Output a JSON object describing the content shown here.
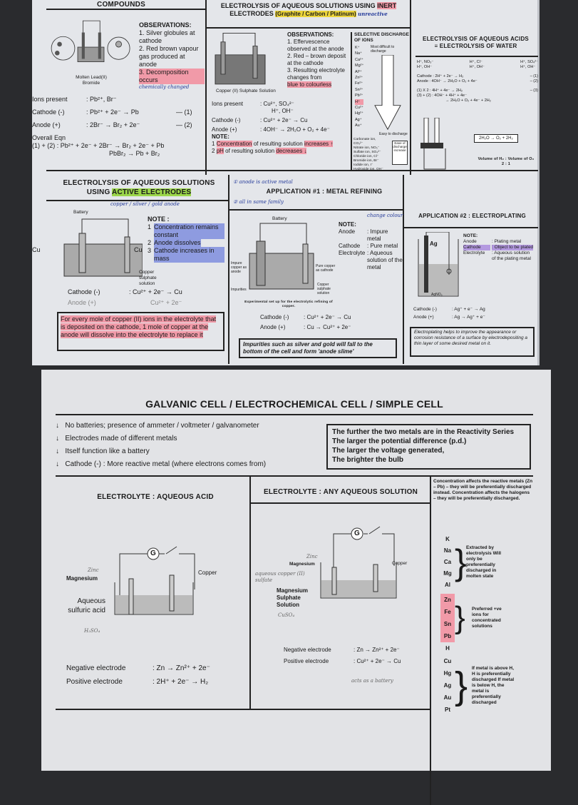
{
  "molten": {
    "title_line1": "MOLTEN",
    "title_line2": "COMPOUNDS",
    "obs_title": "OBSERVATIONS:",
    "obs": [
      "1. Silver globules at cathode",
      "2. Red brown vapour gas produced at anode",
      "3. Decomposition occurs"
    ],
    "hand_note": "chemically changed",
    "diagram_label": "Molten Lead(II) Bromide",
    "rows": [
      {
        "label": "Ions present",
        "eq": ": Pb²⁺, Br⁻",
        "tag": ""
      },
      {
        "label": "Cathode (-)",
        "eq": ": Pb²⁺ + 2e⁻ → Pb",
        "tag": "— (1)"
      },
      {
        "label": "Anode (+)",
        "eq": ": 2Br⁻ → Br₂ + 2e⁻",
        "tag": "— (2)"
      }
    ],
    "overall_label": "Overall Eqn",
    "overall_1": "(1) + (2) :  Pb²⁺ + 2e⁻ + 2Br⁻ → Br₂ + 2e⁻ + Pb",
    "overall_2": "PbBr₂ → Pb + Br₂"
  },
  "inert": {
    "title_line1": "ELECTROLYSIS OF AQUEOUS SOLUTIONS USING",
    "title_inert": "INERT",
    "title_line2": "ELECTRODES",
    "title_materials": "(Graphite / Carbon / Platinum)",
    "hand_note": "unreactive",
    "obs_title": "OBSERVATIONS:",
    "obs": [
      "1. Effervescence observed at the anode",
      "2. Red – brown deposit at the cathode",
      "3. Resulting electrolyte changes from"
    ],
    "obs_hl": "blue to colourless",
    "diagram_label": "Copper (II) Sulphate Solution",
    "ions_label": "Ions present",
    "ions_eq1": ": Cu²⁺, SO₄²⁻",
    "ions_eq2": "H⁺, OH⁻",
    "cathode_label": "Cathode (-)",
    "cathode_eq": ": Cu²⁺ + 2e⁻ → Cu",
    "anode_label": "Anode (+)",
    "anode_eq": ": 4OH⁻ → 2H₂O + O₂ + 4e⁻",
    "note_title": "NOTE:",
    "note1_a": "1",
    "note1_hl": "Concentration",
    "note1_b": "of resulting solution",
    "note1_hl2": "increases ↑",
    "note2_a": "2",
    "note2_hl": "pH",
    "note2_b": "of resulting solution",
    "note2_hl2": "decreases ↓"
  },
  "selective": {
    "title": "SELECTIVE DISCHARGE OF IONS",
    "top_note": "Most difficult to discharge",
    "bottom_note": "Easy to discharge",
    "cations": [
      "K⁺",
      "Na⁺",
      "Ca²⁺",
      "Mg²⁺",
      "Al³⁺",
      "Zn²⁺",
      "Fe²⁺",
      "Sn²⁺",
      "Pb²⁺",
      "H⁺",
      "Cu²⁺",
      "Hg²⁺",
      "Ag⁺",
      "Au⁺"
    ],
    "anions": [
      "Carbonate ion, CO₃²⁻",
      "Nitrate ion, NO₃⁻",
      "Sulfate ion, SO₄²⁻",
      "Chloride ion, Cl⁻",
      "Bromide ion, Br⁻",
      "Iodide ion, I⁻",
      "Hydroxide ion, OH⁻"
    ],
    "ease_label": "Ease of discharge increase"
  },
  "acids": {
    "title_line1": "ELECTROLYSIS OF AQUEOUS ACIDS",
    "title_line2": "≡ ELECTROLYSIS OF WATER",
    "ions": [
      "H⁺, NO₃⁻",
      "H⁺, OH⁻",
      "H⁺, Cl⁻",
      "H⁺, OH⁻",
      "H⁺, SO₄²⁻",
      "H⁺, OH⁻"
    ],
    "cathode": "Cathode : 2H⁺ + 2e⁻ → H₂",
    "cathode_tag": "– (1)",
    "anode": "Anode   : 4OH⁻ → 2H₂O + O₂ + 4e⁻",
    "anode_tag": "– (2)",
    "step1": "(1) X 2 : 4H⁺ + 4e⁻ → 2H₂",
    "step1_tag": "– (3)",
    "step2": "(3) + (2) : 4OH⁻ + 4H⁺ + 4e⁻",
    "step3": "→ 2H₂O + O₂ + 4e⁻ + 2H₂",
    "result": "2H₂O → O₂ + 2H₂",
    "ratio_label": "Volume of H₂ : Volume of O₂",
    "ratio_values": "2 : 1"
  },
  "active": {
    "title_line1": "ELECTROLYSIS OF AQUEOUS SOLUTIONS",
    "title_using": "USING",
    "title_hl": "ACTIVE ELECTRODES",
    "hand_note": "copper / silver / gold  anode",
    "battery": "Battery",
    "left_cu": "Cu",
    "right_cu": "Cu",
    "solution": "Copper sulphate solution",
    "note_title": "NOTE :",
    "notes": [
      {
        "n": "1",
        "t": "Concentration remains constant"
      },
      {
        "n": "2",
        "t": "Anode dissolves"
      },
      {
        "n": "3",
        "t": "Cathode increases in mass"
      }
    ],
    "cathode_label": "Cathode (-)",
    "cathode_eq": ": Cu²⁺ + 2e⁻ → Cu",
    "anode_label": "Anode (+)",
    "anode_eq": "Cu²⁺ + 2e⁻",
    "box_text": "For every mole of copper (II) ions in the electrolyte that is deposited on the cathode, 1 mole of copper at the anode will dissolve into the electrolyte to replace it"
  },
  "refining": {
    "hand_note1": "① anode is active metal",
    "hand_note2": "② all in same family",
    "hand_note3": "change colour",
    "title": "APPLICATION #1 : METAL REFINING",
    "battery": "Battery",
    "labels": [
      "Impure copper as anode",
      "Impurities",
      "Pure copper as cathode",
      "Copper sulphate solution"
    ],
    "caption": "Experimental set up for the electrolytic refining of copper.",
    "note_title": "NOTE:",
    "notes": [
      [
        "Anode",
        ": Impure metal"
      ],
      [
        "Cathode",
        ": Pure metal"
      ],
      [
        "Electrolyte",
        ": Aqueous solution of the metal"
      ]
    ],
    "cathode_label": "Cathode (-)",
    "cathode_eq": ": Cu²⁺ + 2e⁻ → Cu",
    "anode_label": "Anode (+)",
    "anode_eq": ": Cu → Cu²⁺ + 2e⁻",
    "box_text": "Impurities such as silver and gold will fall to the bottom of the cell and form 'anode slime'"
  },
  "plating": {
    "title": "APPLICATION #2 : ELECTROPLATING",
    "ag": "Ag",
    "solution": "AgNO₃",
    "note_title": "NOTE:",
    "notes": [
      [
        "Anode",
        ": Plating metal"
      ],
      [
        "Cathode",
        ": Object to be plated"
      ],
      [
        "Electrolyte",
        ": Aqueous solution of the plating metal"
      ]
    ],
    "cathode_label": "Cathode (-)",
    "cathode_eq": ": Ag⁺ + e⁻ → Ag",
    "anode_label": "Anode (+)",
    "anode_eq": ": Ag → Ag⁺ + e⁻",
    "box_text": "Electroplating helps to improve the appearance or corrosion resistance of a surface by electrodepositing a thin layer of some desired metal on it."
  },
  "galvanic": {
    "title": "GALVANIC CELL / ELECTROCHEMICAL CELL / SIMPLE CELL",
    "bullets": [
      "No batteries; presence of ammeter / voltmeter / galvanometer",
      "Electrodes made of different metals",
      "Itself function like a battery",
      "Cathode (-) : More reactive metal (where electrons comes from)"
    ],
    "box_lines": [
      "The further the two metals are in the Reactivity Series",
      "The larger the potential difference (p.d.)",
      "The larger the voltage generated,",
      "The brighter the bulb"
    ],
    "acid": {
      "title": "ELECTROLYTE : AQUEOUS ACID",
      "g": "G",
      "metal_hand": "Zinc",
      "metal": "Magnesium",
      "copper": "Copper",
      "electrolyte": "Aqueous sulfuric acid",
      "electrolyte_hand": "H₂SO₄",
      "neg_label": "Negative electrode",
      "neg_eq": ": Zn → Zn²⁺ + 2e⁻",
      "pos_label": "Positive electrode",
      "pos_eq": ": 2H⁺ + 2e⁻ → H₂"
    },
    "solution": {
      "title": "ELECTROLYTE : ANY AQUEOUS SOLUTION",
      "g": "G",
      "metal_hand": "Zinc",
      "metal": "Magnesium",
      "copper": "Copper",
      "electrolyte_hand": "aqueous copper (II) sulfate",
      "electrolyte": "Magnesium Sulphate Solution",
      "formula_hand": "CuSO₄",
      "neg_label": "Negative electrode",
      "neg_eq": ": Zn → Zn²⁺ + 2e⁻",
      "pos_label": "Positive electrode",
      "pos_eq": ": Cu²⁺ + 2e⁻ → Cu",
      "hand_note": "acts as a battery"
    },
    "series": {
      "intro": "Concentration affects the reactive metals (Zn – Pb) – they will be preferentially discharged instead. Concentration affects the halogens – they will be preferentially discharged.",
      "group1": [
        "K",
        "Na",
        "Ca",
        "Mg",
        "Al"
      ],
      "group1_note": "Extracted by electrolysis Will only be preferentially discharged in molten state",
      "group2": [
        "Zn",
        "Fe",
        "Sn",
        "Pb"
      ],
      "group2_note": "Preferred +ve ions for concentrated solutions",
      "h": "H",
      "group3": [
        "Cu",
        "Hg",
        "Ag",
        "Au",
        "Pt"
      ],
      "group3_note": "If metal is above H, H is preferentially discharged If metal is below H, the metal is preferentially discharged",
      "highlight_color": "#f19aa8"
    }
  },
  "colors": {
    "pink_highlight": "#f19aa8",
    "blue_highlight": "#8e9be0",
    "yellow_highlight": "#ecd43a",
    "green_highlight": "#9bd64a",
    "binder": "#2a2b2e"
  }
}
